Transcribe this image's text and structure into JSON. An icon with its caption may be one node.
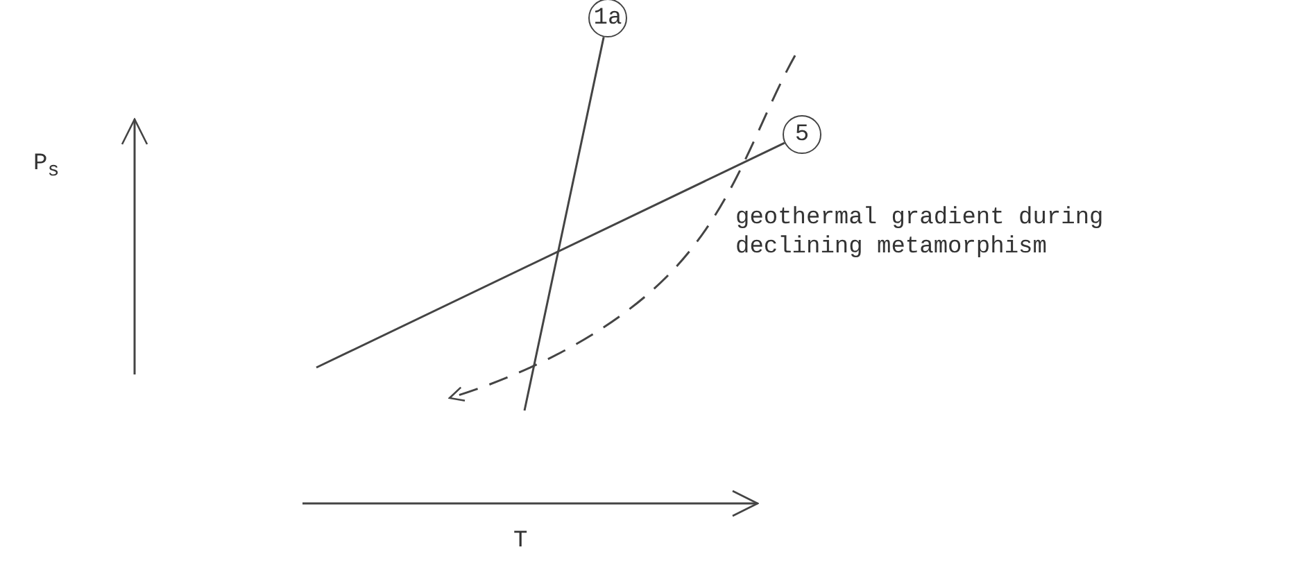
{
  "diagram": {
    "nodes": [
      {
        "text": [
          "1a"
        ]
      },
      {
        "text": [
          "5"
        ]
      }
    ],
    "edges": [
      {
        "from": 0,
        "to": null,
        "arrow": "none"
      },
      {
        "from": 1,
        "to": null,
        "arrow": "none"
      }
    ],
    "labels": [
      "P$_{s}$",
      "geothermal gradient during declining metamorphism",
      "T"
    ]
  }
}
